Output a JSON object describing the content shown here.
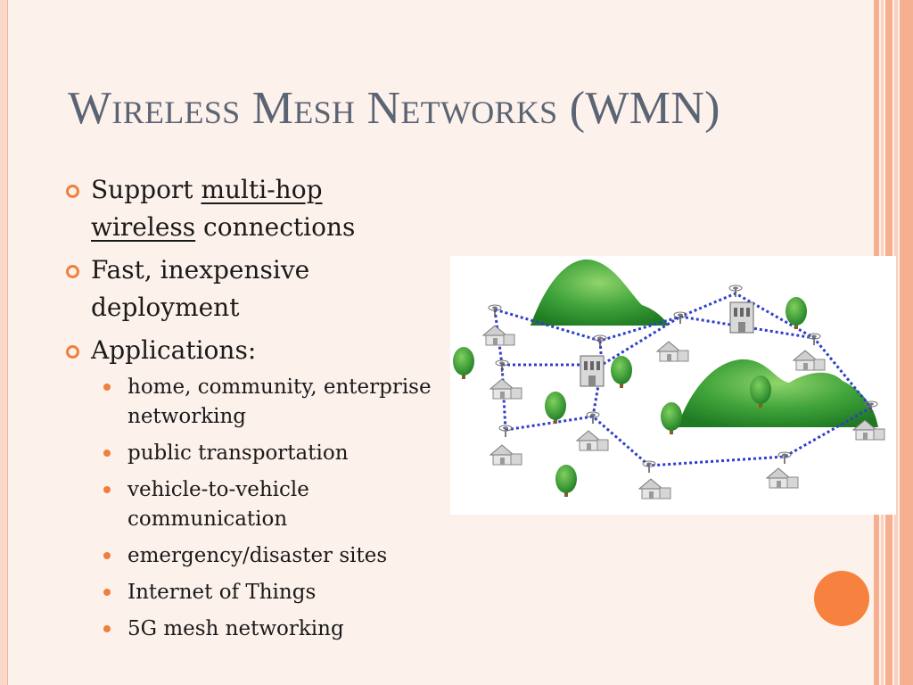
{
  "slide": {
    "title": "Wireless Mesh Networks (WMN)",
    "bullets": [
      {
        "prefix": "Support ",
        "underlined_1": "multi-hop",
        "underlined_2": "wireless",
        "suffix": " connections"
      },
      {
        "text": "Fast, inexpensive deployment"
      },
      {
        "text": "Applications:",
        "subitems": [
          "home, community, enterprise networking",
          "public transportation",
          "vehicle-to-vehicle communication",
          "emergency/disaster sites",
          "Internet of Things",
          "5G mesh networking"
        ]
      }
    ]
  },
  "colors": {
    "accent": "#f07f3e",
    "title": "#5b6473",
    "background": "#fdf1ec",
    "mesh_link": "#2f3fc9",
    "hill": "#3fa33a"
  },
  "icons": [
    "mesh-network-illustration",
    "house-icon",
    "tree-icon",
    "building-icon",
    "antenna-icon"
  ]
}
